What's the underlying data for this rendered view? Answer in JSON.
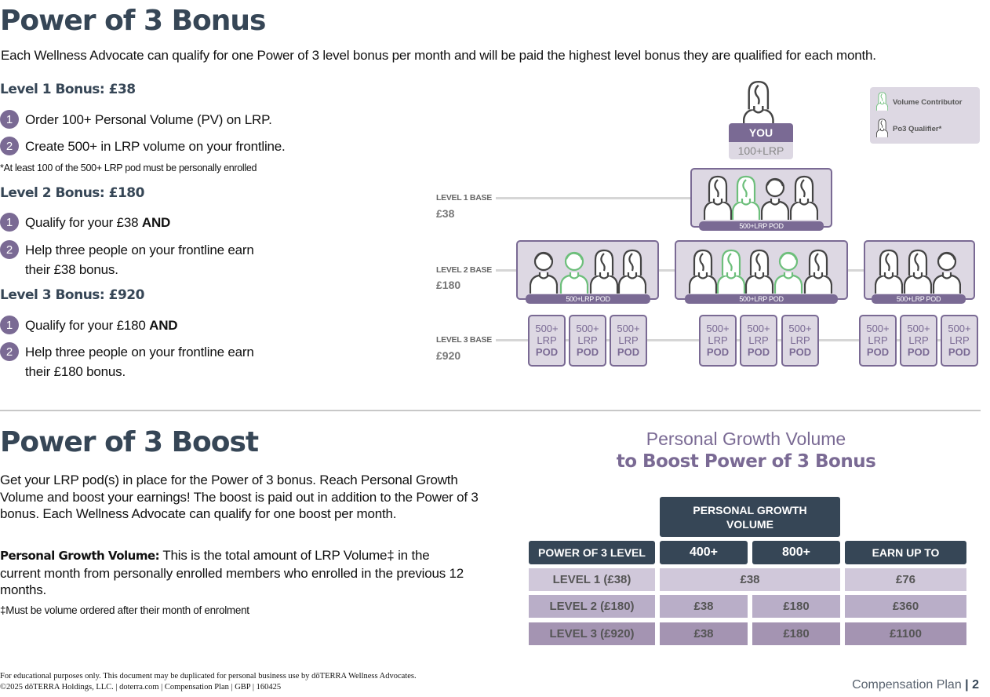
{
  "bonus_section": {
    "title": "Power of 3 Bonus",
    "intro": "Each Wellness Advocate can qualify for one Power of 3 level bonus per month and will be paid the highest level bonus they are qualified for each month.",
    "levels": [
      {
        "title": "Level 1 Bonus: £38",
        "steps": [
          {
            "num": "1",
            "text": "Order 100+ Personal Volume (PV) on LRP.",
            "bold": ""
          },
          {
            "num": "2",
            "text": "Create 500+ in LRP volume on your frontline.",
            "bold": ""
          }
        ],
        "note": "*At least 100 of the 500+ LRP pod must be personally enrolled"
      },
      {
        "title": "Level 2 Bonus: £180",
        "steps": [
          {
            "num": "1",
            "text": "Qualify for your £38 ",
            "bold": "AND"
          },
          {
            "num": "2",
            "text": "Help three people on your frontline earn their £38 bonus.",
            "bold": ""
          }
        ]
      },
      {
        "title": "Level 3 Bonus: £920",
        "steps": [
          {
            "num": "1",
            "text": "Qualify for your £180 ",
            "bold": "AND"
          },
          {
            "num": "2",
            "text": "Help three people on your frontline earn their £180 bonus.",
            "bold": ""
          }
        ]
      }
    ]
  },
  "diagram": {
    "you_label": "YOU",
    "you_volume": "100+LRP",
    "legend": {
      "volume_contributor": "Volume Contributor",
      "po3_qualifier": "Po3 Qualifier*",
      "contributor_color": "#6dbf7b",
      "qualifier_color": "#444444"
    },
    "bases": [
      {
        "label": "LEVEL 1 BASE",
        "value": "£38"
      },
      {
        "label": "LEVEL 2 BASE",
        "value": "£180"
      },
      {
        "label": "LEVEL 3 BASE",
        "value": "£920"
      }
    ],
    "pod_label": "500+LRP POD",
    "mini_pod": {
      "line1": "500+",
      "line2": "LRP",
      "line3": "POD"
    }
  },
  "boost_section": {
    "title": "Power of 3 Boost",
    "intro": "Get your LRP pod(s) in place for the Power of 3 bonus. Reach Personal Growth Volume and boost your earnings! The boost is paid out in addition to the Power of 3 bonus. Each Wellness Advocate can qualify for one boost per month.",
    "pgv_term": "Personal Growth Volume:",
    "pgv_def": " This is the total amount of LRP Volume‡ in the current month from personally enrolled members who enrolled in the previous 12 months.",
    "footnote": "‡Must be volume ordered after their month of enrolment"
  },
  "boost_table": {
    "title_line1": "Personal Growth Volume",
    "title_line2": "to Boost Power of 3 Bonus",
    "group_header": "PERSONAL GROWTH VOLUME",
    "headers": [
      "POWER OF 3 LEVEL",
      "400+",
      "800+",
      "EARN UP TO"
    ],
    "rows": [
      {
        "level": "LEVEL 1 (£38)",
        "v400": "£38",
        "v800": "",
        "merged": true,
        "earn": "£76"
      },
      {
        "level": "LEVEL 2 (£180)",
        "v400": "£38",
        "v800": "£180",
        "merged": false,
        "earn": "£360"
      },
      {
        "level": "LEVEL 3 (£920)",
        "v400": "£38",
        "v800": "£180",
        "merged": false,
        "earn": "£1100"
      }
    ]
  },
  "footer": {
    "line1": "For educational purposes only. This document may be duplicated for personal business use by dōTERRA Wellness Advocates.",
    "line2": "©2025 dōTERRA Holdings, LLC. | doterra.com | Compensation Plan | GBP | 160425",
    "page_label": "Compensation Plan",
    "page_sep": " | ",
    "page_num": "2"
  }
}
